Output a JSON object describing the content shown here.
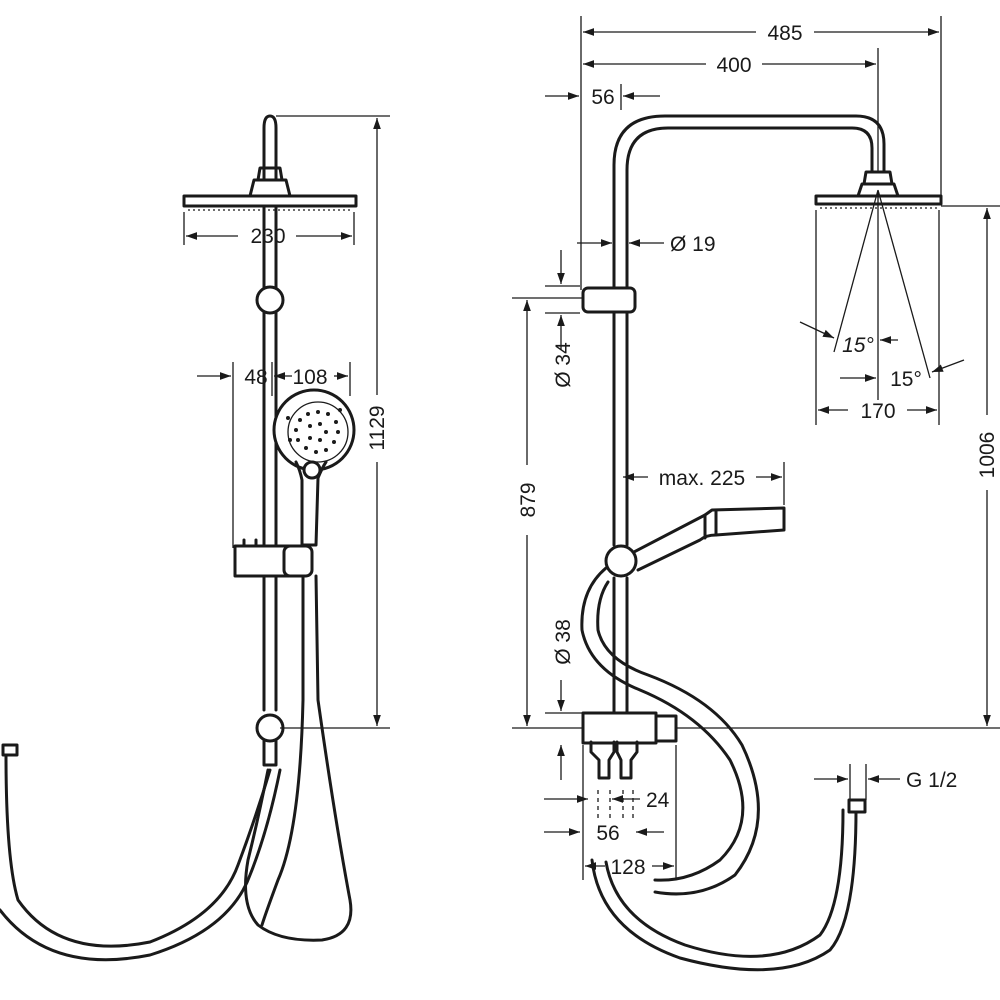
{
  "left_view": {
    "head_width": "230",
    "hand_offset": "48",
    "hand_width": "108",
    "total_height": "1129"
  },
  "right_view": {
    "overall_width": "485",
    "arm_reach": "400",
    "rail_offset": "56",
    "pipe_diameter": "Ø 19",
    "holder_diameter": "Ø 34",
    "rail_height": "879",
    "hand_reach": "max. 225",
    "tube_diameter": "Ø 38",
    "connector_offset": "24",
    "inlet_spacing": "56",
    "depth": "128",
    "spray_angle_left": "15°",
    "spray_angle_right": "15°",
    "head_width": "170",
    "head_height": "1006",
    "thread": "G 1/2"
  }
}
